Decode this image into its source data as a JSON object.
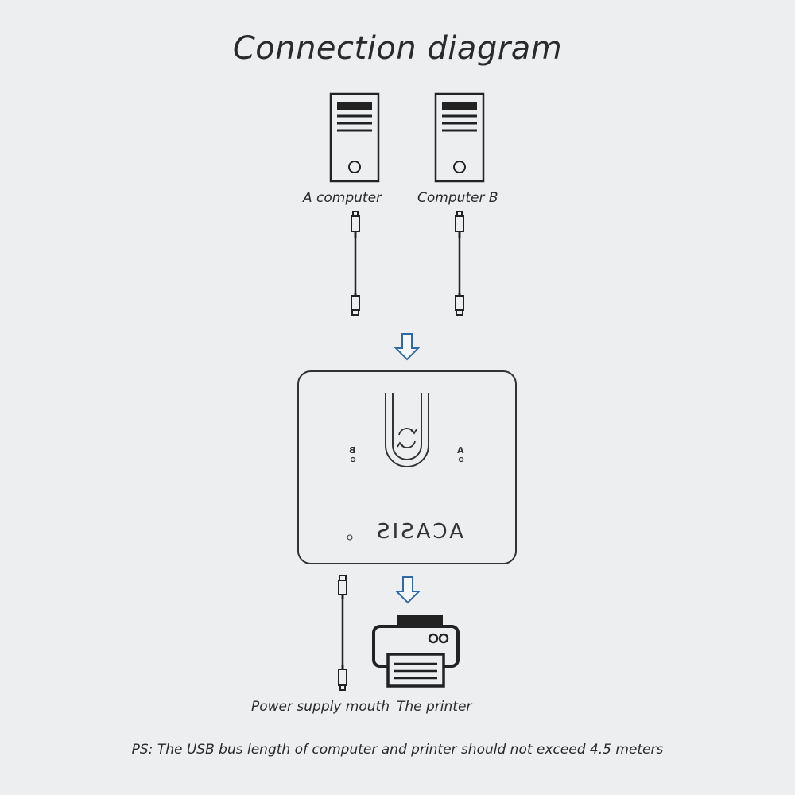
{
  "title": "Connection diagram",
  "devices": {
    "computer_a_label": "A computer",
    "computer_b_label": "Computer B",
    "power_label": "Power supply mouth",
    "printer_label": "The printer"
  },
  "switch": {
    "brand": "ACASIS",
    "port_b": "B",
    "port_a": "A"
  },
  "note": "PS: The USB bus length of computer and printer should not exceed 4.5 meters",
  "colors": {
    "background": "#eceef0",
    "line": "#222222",
    "arrow": "#2f6aa6"
  }
}
